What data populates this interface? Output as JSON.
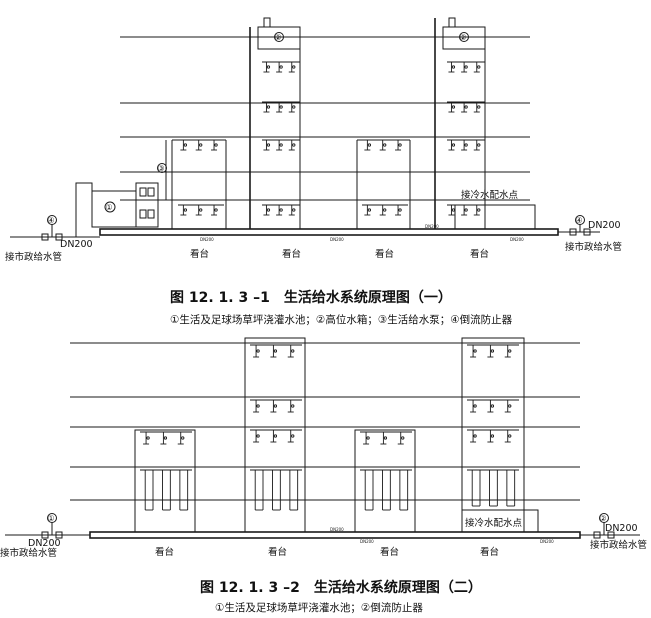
{
  "diagram1": {
    "caption": "图 12. 1. 3 –1　生活给水系统原理图（一）",
    "legend": "①生活及足球场草坪浇灌水池；②高位水箱；③生活给水泵；④倒流防止器",
    "stand_label": "看台",
    "inlet_left": "接市政给水管",
    "inlet_right": "接市政给水管",
    "dn_left": "DN200",
    "dn_right": "DN200",
    "cold_water_point": "接冷水配水点",
    "pipe_mark": "DN200",
    "marker_1": "①",
    "marker_2": "②",
    "marker_3": "③",
    "marker_4": "④"
  },
  "diagram2": {
    "caption": "图 12. 1. 3 –2　生活给水系统原理图（二）",
    "legend": "①生活及足球场草坪浇灌水池；②倒流防止器",
    "stand_label": "看台",
    "inlet_left": "接市政给水管",
    "inlet_right": "接市政给水管",
    "dn_left": "DN200",
    "dn_right": "DN200",
    "cold_water_point": "接冷水配水点",
    "pipe_mark": "DN200",
    "marker_1": "①",
    "marker_2": "②"
  }
}
